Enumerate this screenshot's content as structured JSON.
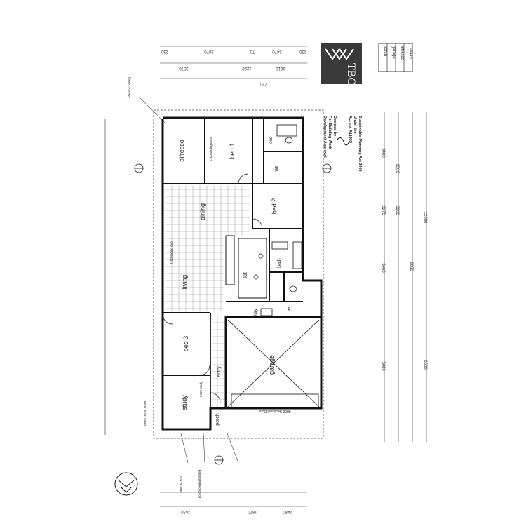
{
  "rooms": {
    "bed1": "bed 1",
    "bed2": "bed 2",
    "bed3": "bed 3",
    "dining": "dining",
    "living": "living",
    "kit": "kit",
    "alfresco": "alfresco",
    "garage": "garage",
    "study": "study",
    "porch": "porch",
    "entry": "entry",
    "bath": "bath",
    "wir": "wir",
    "wc": "wc",
    "ens": "ens",
    "ldry": "ldry"
  },
  "notes": {
    "garage_door": "4800 Sectional Door",
    "wall_1": "2100 sliding door",
    "wall_2": "2100 sliding door",
    "approval_1": "Development Approval",
    "approval_2": "For Building Work",
    "approval_3": "Decided by",
    "approval_4": "Act no. A11495",
    "approval_5": "Under the",
    "approval_6": "Sustainable Planning Act 2009",
    "porch_note": "porch ceiling framed",
    "fwc_note": "FWC to floor",
    "alfresco_note": "alfresco ceiling",
    "study_note": "2400 study",
    "eaves_note": "eaves not to scale"
  },
  "logo": {
    "text": "TBC"
  },
  "dims": {
    "top_a": "230",
    "top_b": "2070",
    "top_c": "70",
    "top_d": "2470",
    "top_e": "230",
    "top_f": "3370",
    "top_g": "1220",
    "top_h": "1610",
    "top_i": "720",
    "right_1": "3400",
    "right_2": "3270",
    "right_3": "3460",
    "right_4": "5600",
    "right_5": "12080",
    "right_6": "3200",
    "right_7": "2850",
    "right_8": "6500",
    "right_9": "1500",
    "bot_a": "2830",
    "bot_b": "1870",
    "bot_c": "2480"
  },
  "table": {
    "rows": [
      "Covers",
      "alfresco",
      "garage",
      "porch"
    ]
  }
}
